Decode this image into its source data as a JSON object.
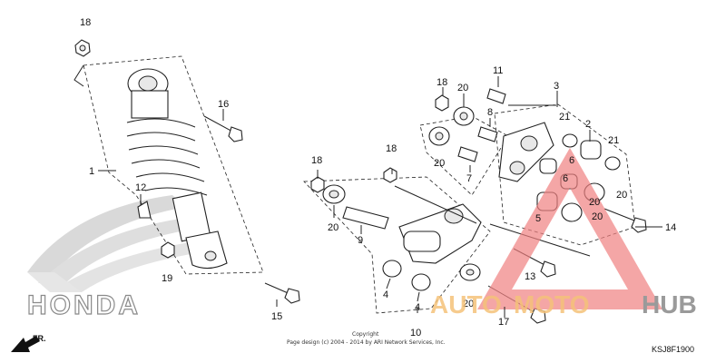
{
  "diagram": {
    "callouts": {
      "p1": "1",
      "p2": "2",
      "p3": "3",
      "p4a": "4",
      "p4b": "4",
      "p5": "5",
      "p6": "6",
      "p7": "7",
      "p8": "8",
      "p9": "9",
      "p10": "10",
      "p11": "11",
      "p12": "12",
      "p13": "13",
      "p14": "14",
      "p15": "15",
      "p16": "16",
      "p17": "17",
      "p18a": "18",
      "p18b": "18",
      "p18c": "18",
      "p18d": "18",
      "p19": "19",
      "p20a": "20",
      "p20b": "20",
      "p20c": "20",
      "p20d": "20",
      "p20e": "20",
      "p20f": "20",
      "p20g": "20",
      "p21a": "21",
      "p21b": "21"
    },
    "copyright_line1": "Copyright",
    "copyright_line2": "Page design (c) 2004 - 2014 by ARI Network Services, Inc.",
    "diagram_code": "KSJ8F1900",
    "fr_label": "FR.",
    "brand_logo_text": "HONDA"
  },
  "watermark": {
    "part1": "AUTO",
    "part2": "MOTO",
    "part3": "HUB",
    "color_red": "#f2a0a0",
    "color_orange": "#f5c27a",
    "color_grey": "#9a9a9a"
  }
}
